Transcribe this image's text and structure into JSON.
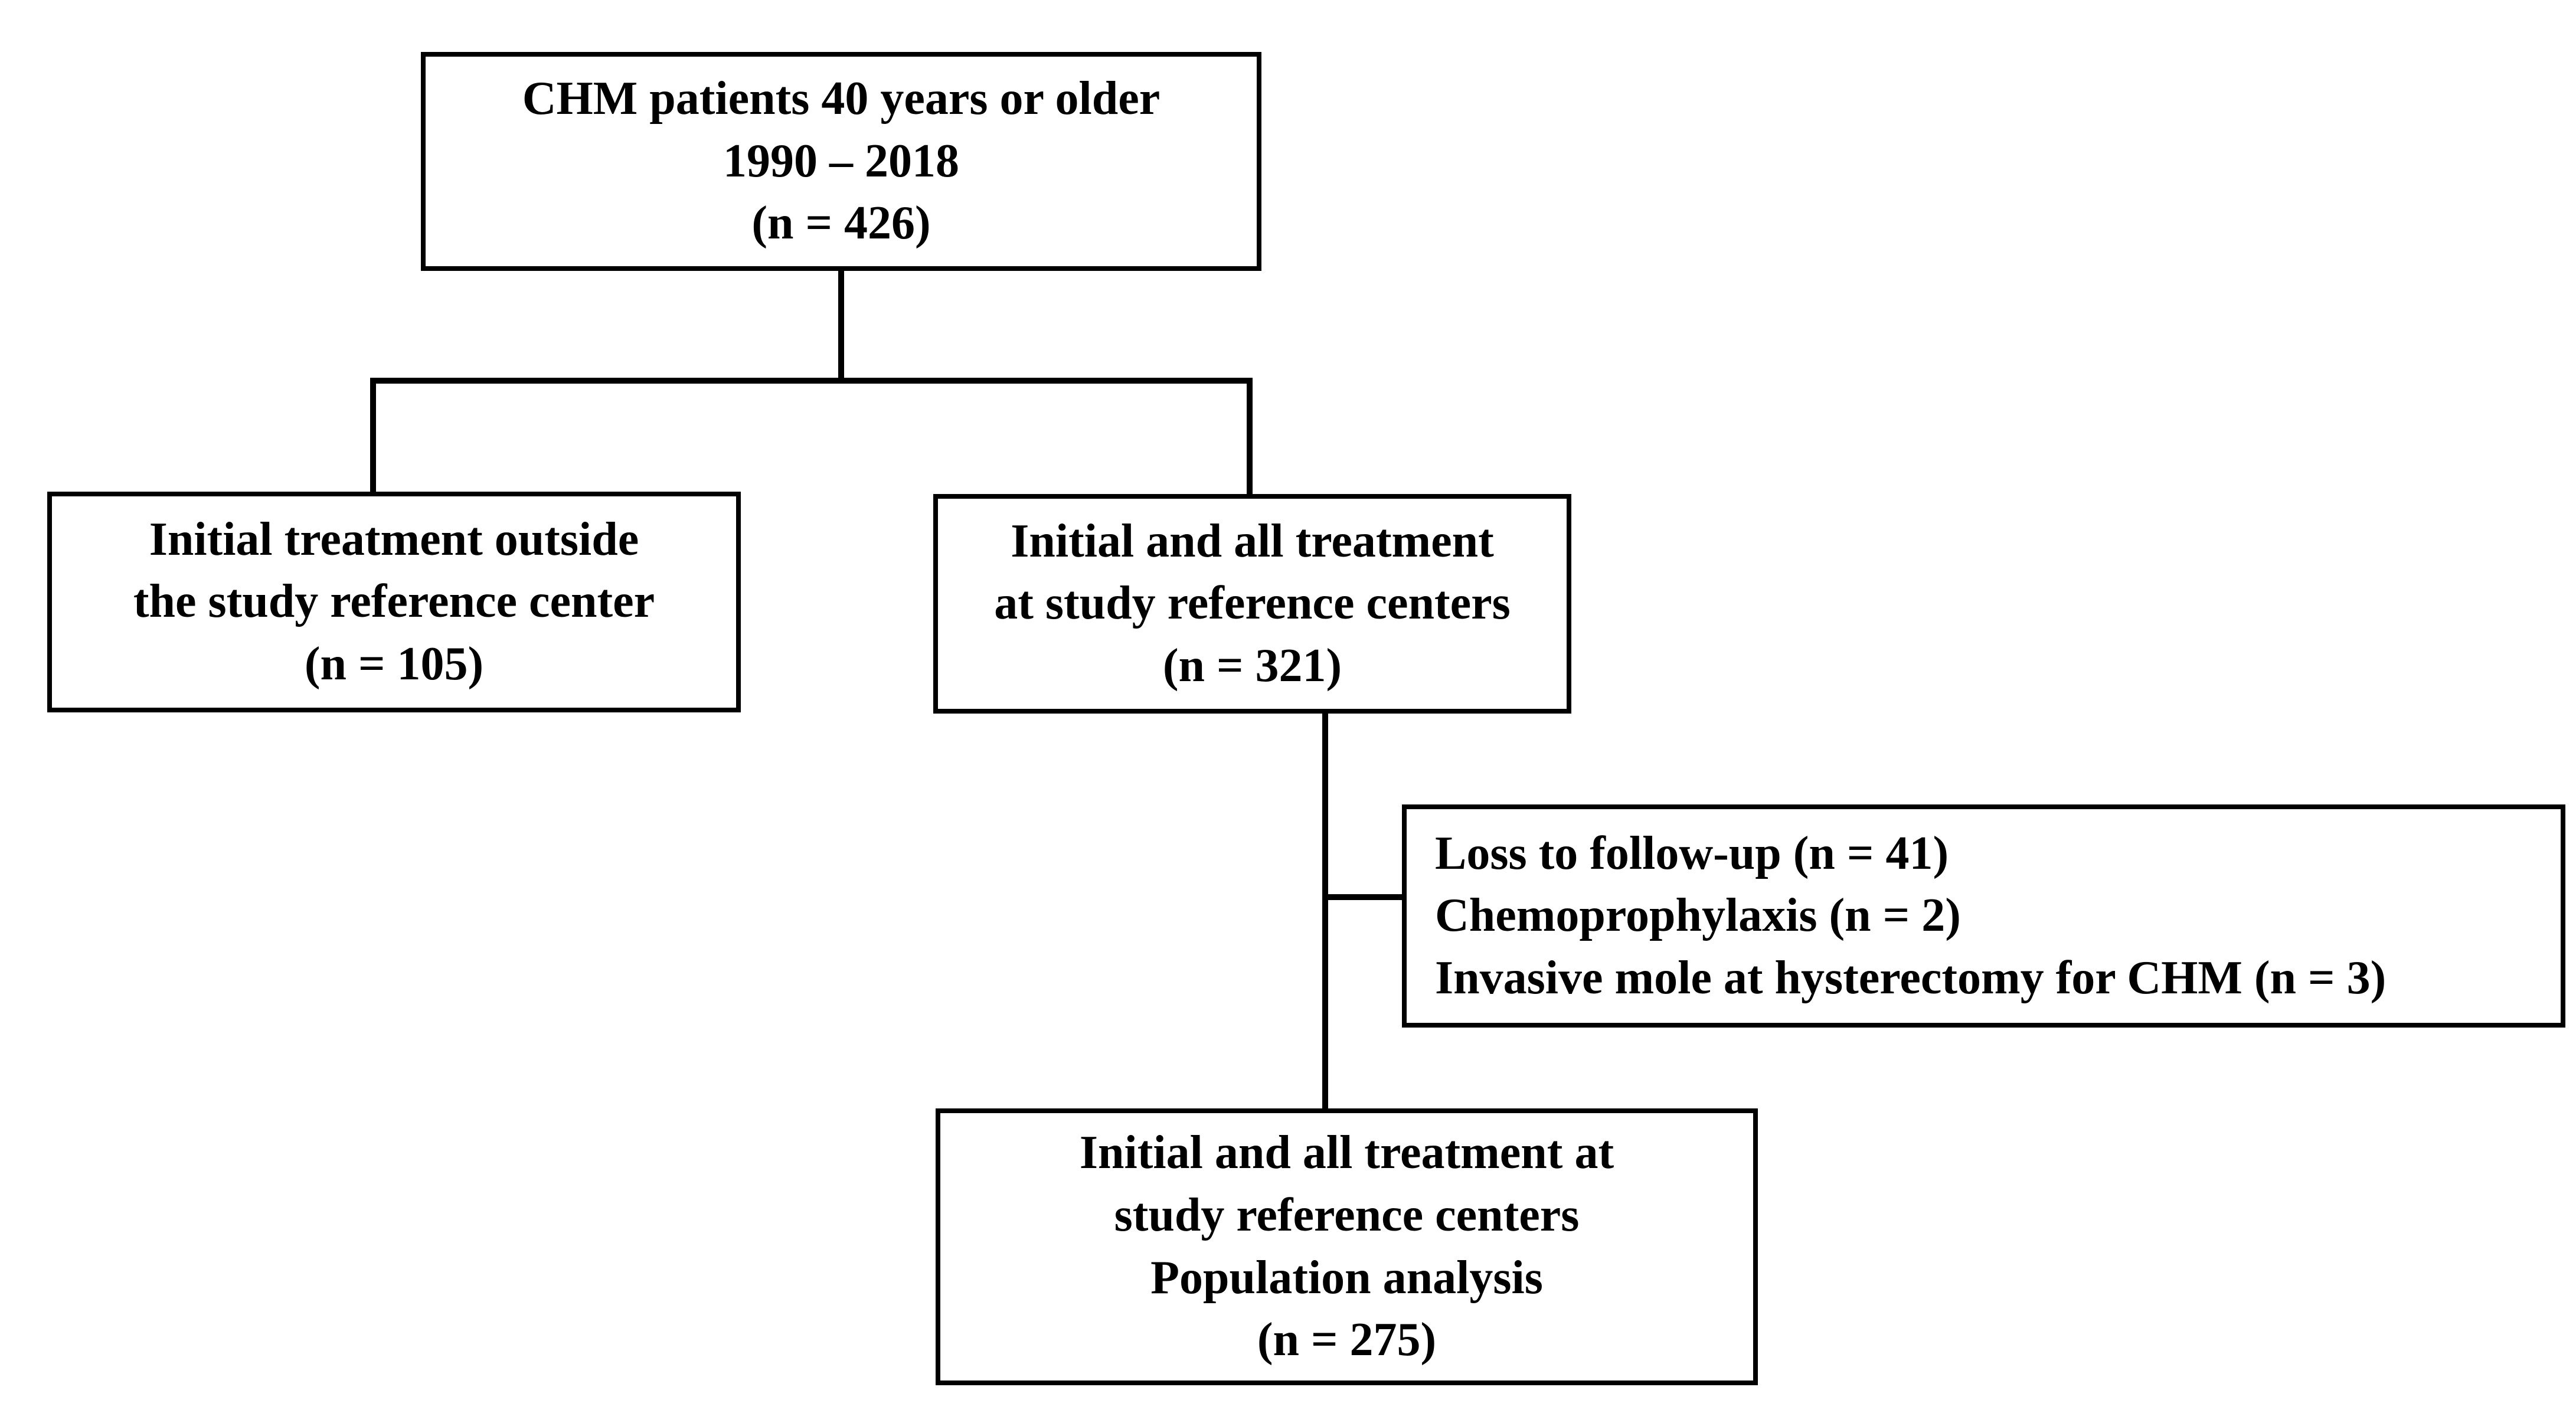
{
  "figure": {
    "type": "flowchart",
    "colors": {
      "background": "#ffffff",
      "box_fill": "#ffffff",
      "box_border": "#000000",
      "line": "#000000",
      "text": "#000000"
    },
    "nodes": {
      "top": {
        "lines": [
          "CHM patients 40 years or older",
          "1990 – 2018",
          "(n = 426)"
        ]
      },
      "left": {
        "lines": [
          "Initial treatment outside",
          "the study reference center",
          "(n = 105)"
        ]
      },
      "right": {
        "lines": [
          "Initial and all treatment",
          "at study reference centers",
          "(n = 321)"
        ]
      },
      "exclusions": {
        "lines": [
          "Loss to follow-up (n = 41)",
          "Chemoprophylaxis (n = 2)",
          "Invasive mole at hysterectomy for CHM (n = 3)"
        ]
      },
      "final": {
        "lines": [
          "Initial and all treatment at",
          "study reference centers",
          "Population analysis",
          "(n = 275)"
        ]
      }
    },
    "edges": [
      {
        "from": "top",
        "to": "left"
      },
      {
        "from": "top",
        "to": "right"
      },
      {
        "from": "right",
        "to": "exclusions"
      },
      {
        "from": "right",
        "to": "final"
      }
    ]
  }
}
